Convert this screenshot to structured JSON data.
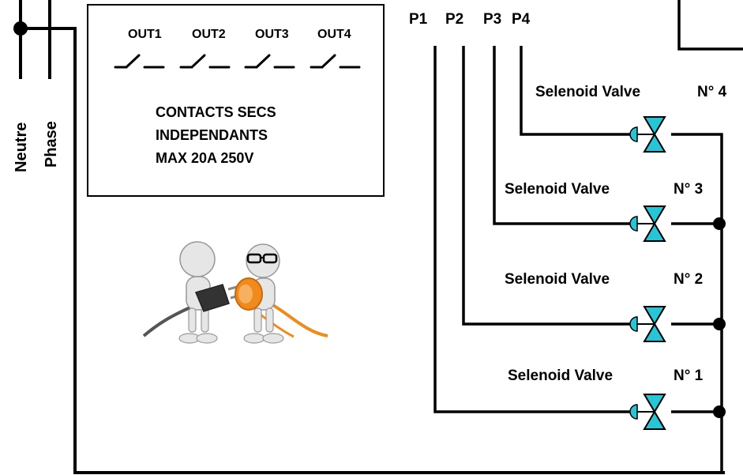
{
  "supply": {
    "neutral_label": "Neutre",
    "phase_label": "Phase"
  },
  "relay_box": {
    "outputs": [
      "OUT1",
      "OUT2",
      "OUT3",
      "OUT4"
    ],
    "description_lines": [
      "CONTACTS SECS",
      "INDEPENDANTS",
      "MAX 20A 250V"
    ]
  },
  "illustration": {
    "icon": "plug-and-socket-figures-icon",
    "plug_color": "#333333",
    "socket_color": "#f08a1c"
  },
  "pins": [
    "P1",
    "P2",
    "P3",
    "P4"
  ],
  "valves": [
    {
      "label": "Selenoid Valve",
      "number": "N° 4"
    },
    {
      "label": "Selenoid Valve",
      "number": "N° 3"
    },
    {
      "label": "Selenoid Valve",
      "number": "N° 2"
    },
    {
      "label": "Selenoid Valve",
      "number": "N° 1"
    }
  ],
  "colors": {
    "wire": "#000000",
    "valve_fill": "#26c6d6"
  }
}
